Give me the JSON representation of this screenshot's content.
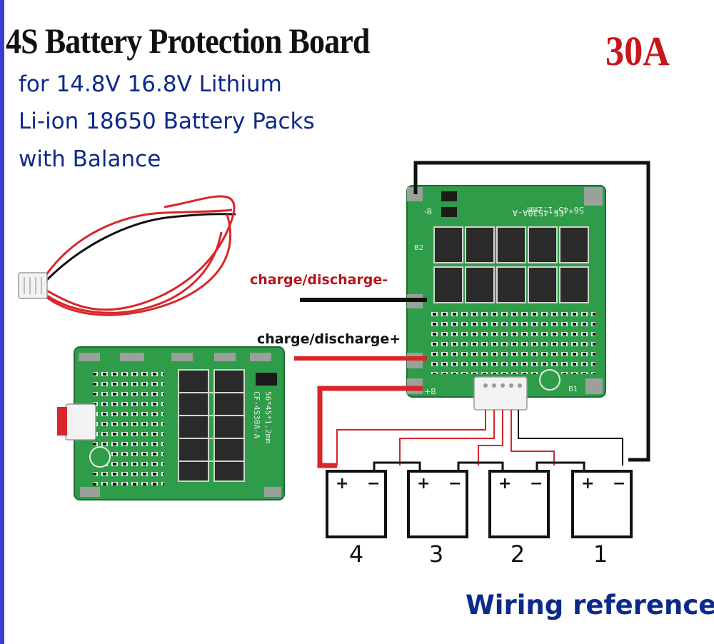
{
  "title": "4S Battery Protection Board",
  "current_rating": "30A",
  "subtitle_lines": [
    "for 14.8V 16.8V Lithium",
    "Li-ion 18650 Battery Packs",
    "with Balance"
  ],
  "wire_labels": {
    "negative": "charge/discharge-",
    "positive": "charge/discharge+"
  },
  "board_silk": {
    "board_code_top": "CF-4S30A-A",
    "board_code_bottom": "56*45*1.2mm",
    "pad_b_minus": "-B",
    "pad_b_plus": "+B",
    "b1": "B1",
    "b2": "B2"
  },
  "cells": [
    {
      "number": "4",
      "plus": "+",
      "minus": "−"
    },
    {
      "number": "3",
      "plus": "+",
      "minus": "−"
    },
    {
      "number": "2",
      "plus": "+",
      "minus": "−"
    },
    {
      "number": "1",
      "plus": "+",
      "minus": "−"
    }
  ],
  "footer": "Wiring reference",
  "colors": {
    "title": "#111111",
    "current_rating": "#c8161d",
    "subtitle": "#0d2a8a",
    "pcb": "#2f9c4a",
    "wire_red": "#d8262a",
    "wire_black": "#111111"
  }
}
